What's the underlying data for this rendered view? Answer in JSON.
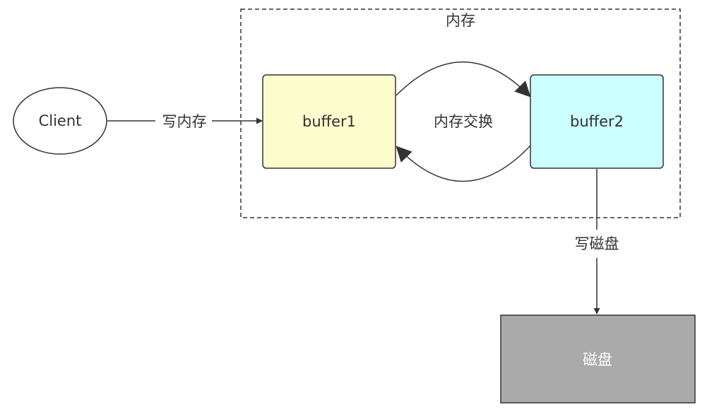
{
  "memory_region": {
    "label": "内存"
  },
  "client": {
    "label": "Client"
  },
  "buffer1": {
    "label": "buffer1",
    "fill": "#fcfccc"
  },
  "buffer2": {
    "label": "buffer2",
    "fill": "#ccffff"
  },
  "swap": {
    "label": "内存交换"
  },
  "write_memory": {
    "label": "写内存"
  },
  "write_disk": {
    "label": "写磁盘"
  },
  "disk": {
    "label": "磁盘",
    "fill": "#aaaaaa"
  },
  "colors": {
    "stroke": "#333333",
    "text": "#333333",
    "disk_text": "#ffffff"
  }
}
